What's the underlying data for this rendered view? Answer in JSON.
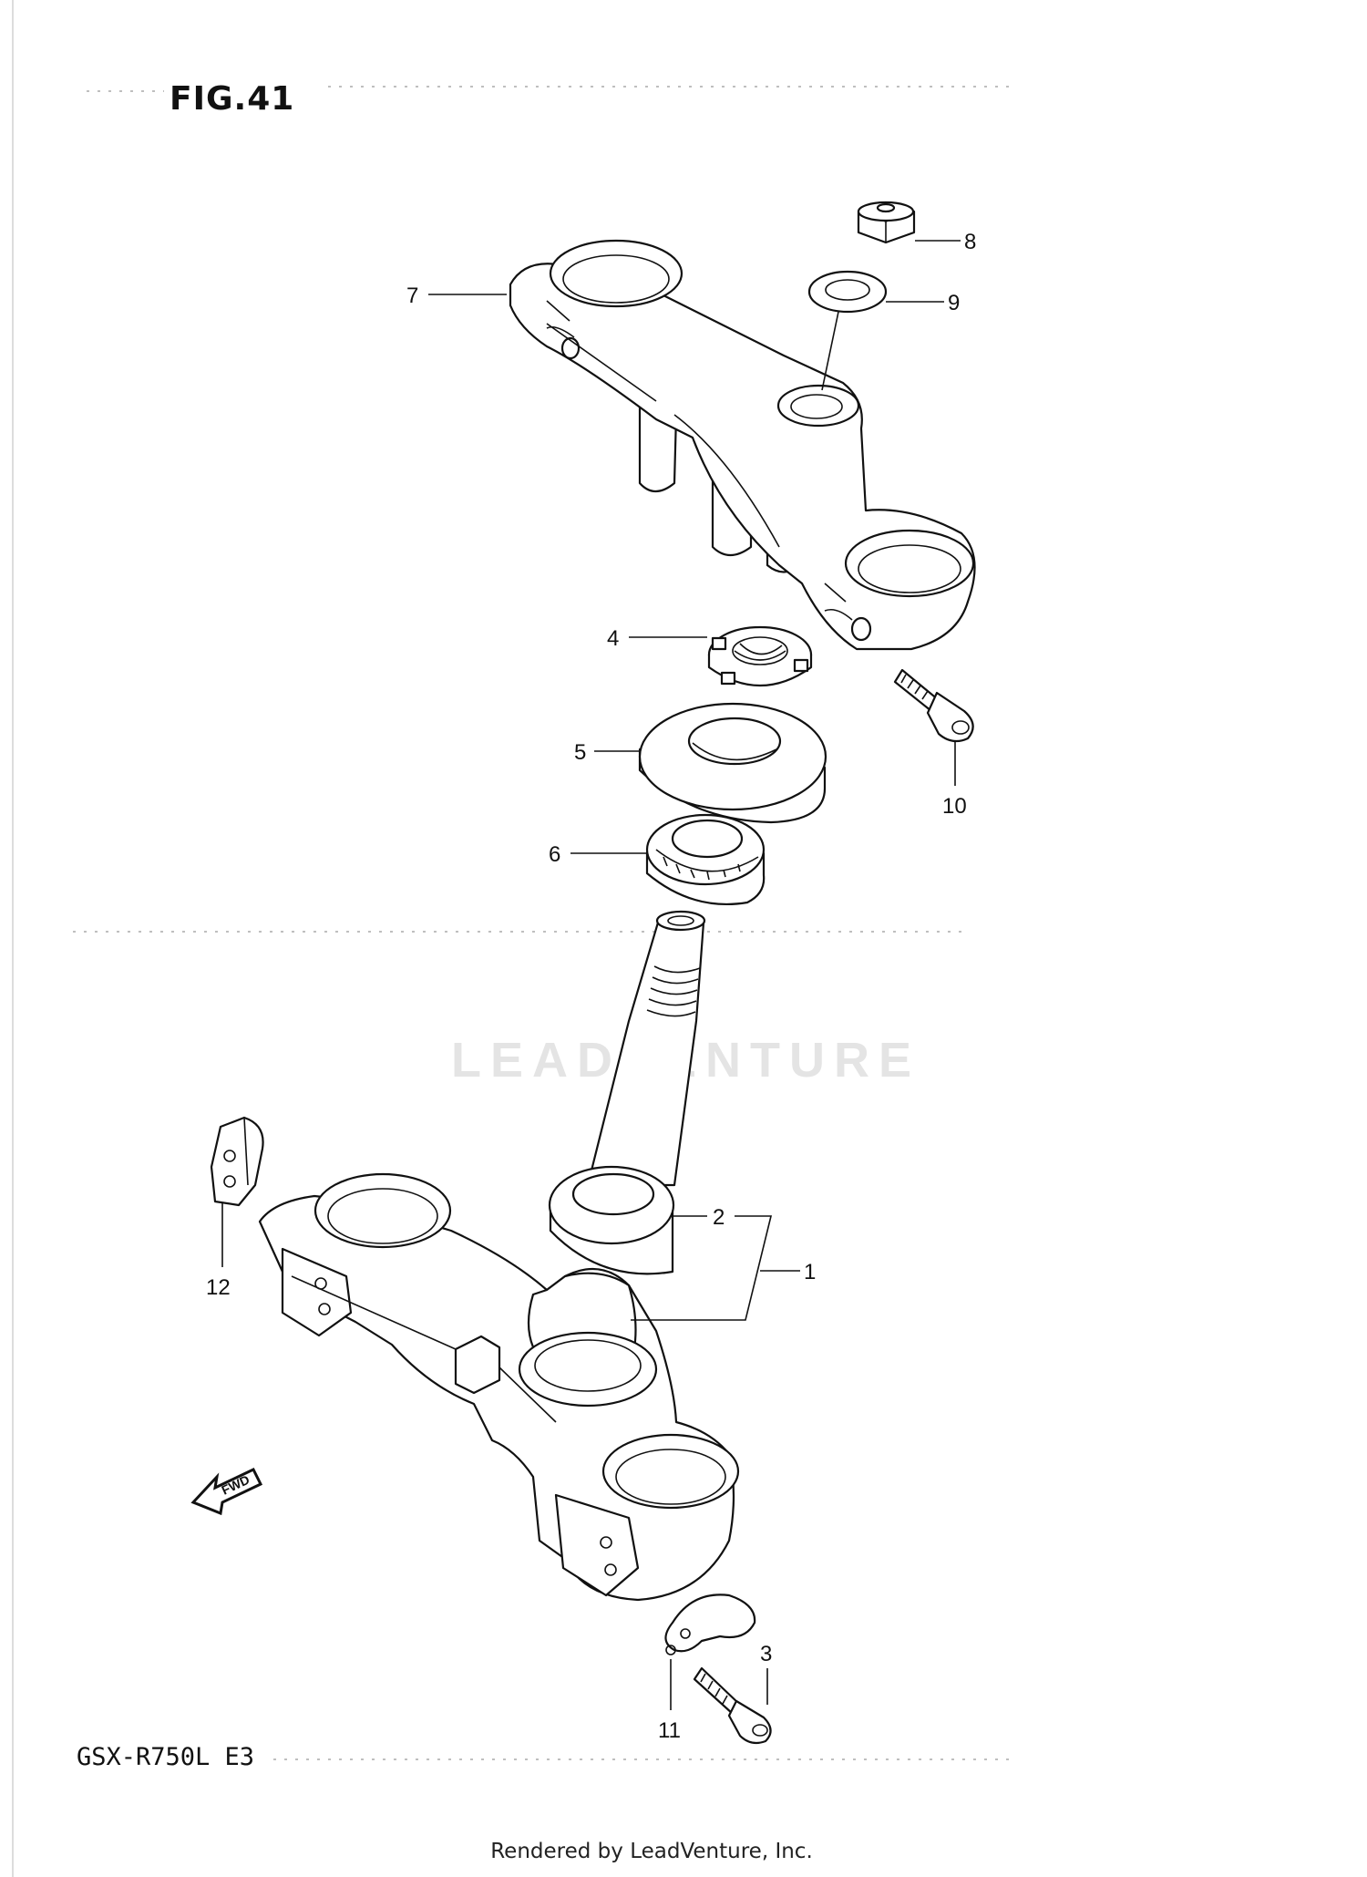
{
  "figure": {
    "title": "FIG.41",
    "model": "GSX-R750L  E3",
    "footer": "Rendered by LeadVenture, Inc.",
    "watermark": "LEADVENTURE",
    "direction_marker": "FWD"
  },
  "callouts": [
    {
      "number": "1",
      "part": "steering-stem-assembly"
    },
    {
      "number": "2",
      "part": "steering-stem-bearing-lower"
    },
    {
      "number": "3",
      "part": "clamp-bolt-lower"
    },
    {
      "number": "4",
      "part": "steering-stem-nut"
    },
    {
      "number": "5",
      "part": "dust-seal"
    },
    {
      "number": "6",
      "part": "steering-stem-bearing-upper"
    },
    {
      "number": "7",
      "part": "upper-bracket"
    },
    {
      "number": "8",
      "part": "stem-head-nut"
    },
    {
      "number": "9",
      "part": "washer"
    },
    {
      "number": "10",
      "part": "clamp-bolt-upper"
    },
    {
      "number": "11",
      "part": "hose-clamp-right"
    },
    {
      "number": "12",
      "part": "hose-clamp-left"
    }
  ]
}
